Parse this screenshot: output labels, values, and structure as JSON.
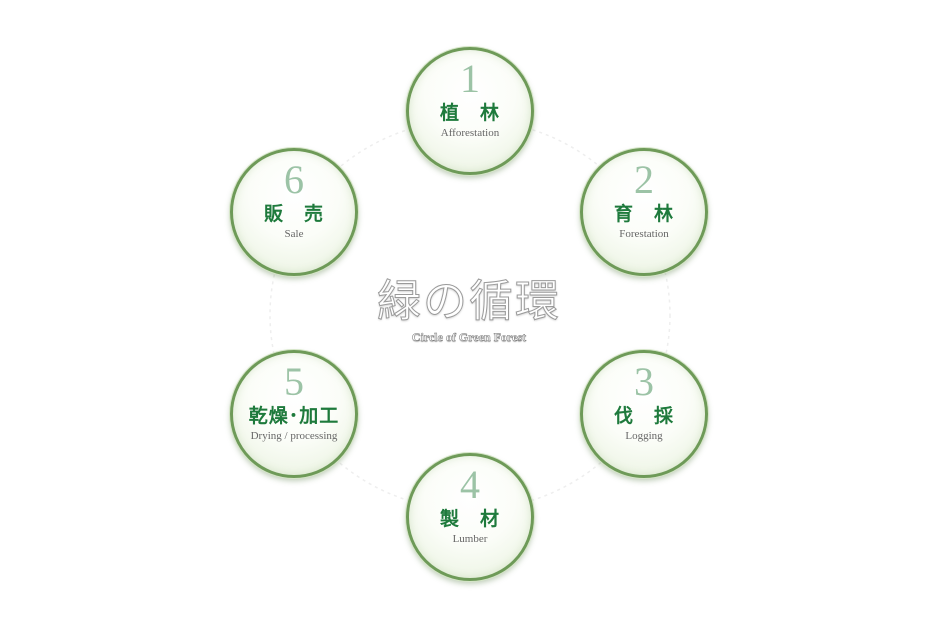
{
  "diagram": {
    "title": "緑の循環",
    "subtitle": "Circle of Green Forest",
    "steps": [
      {
        "number": "1",
        "jp": "植　林",
        "en": "Afforestation"
      },
      {
        "number": "2",
        "jp": "育　林",
        "en": "Forestation"
      },
      {
        "number": "3",
        "jp": "伐　採",
        "en": "Logging"
      },
      {
        "number": "4",
        "jp": "製　材",
        "en": "Lumber"
      },
      {
        "number": "5",
        "jp": "乾燥･加工",
        "en": "Drying / processing"
      },
      {
        "number": "6",
        "jp": "販　売",
        "en": "Sale"
      }
    ],
    "colors": {
      "border": "#6e9a58",
      "number": "#9cc3a6",
      "label": "#1e7a3c",
      "english": "#666666"
    }
  }
}
